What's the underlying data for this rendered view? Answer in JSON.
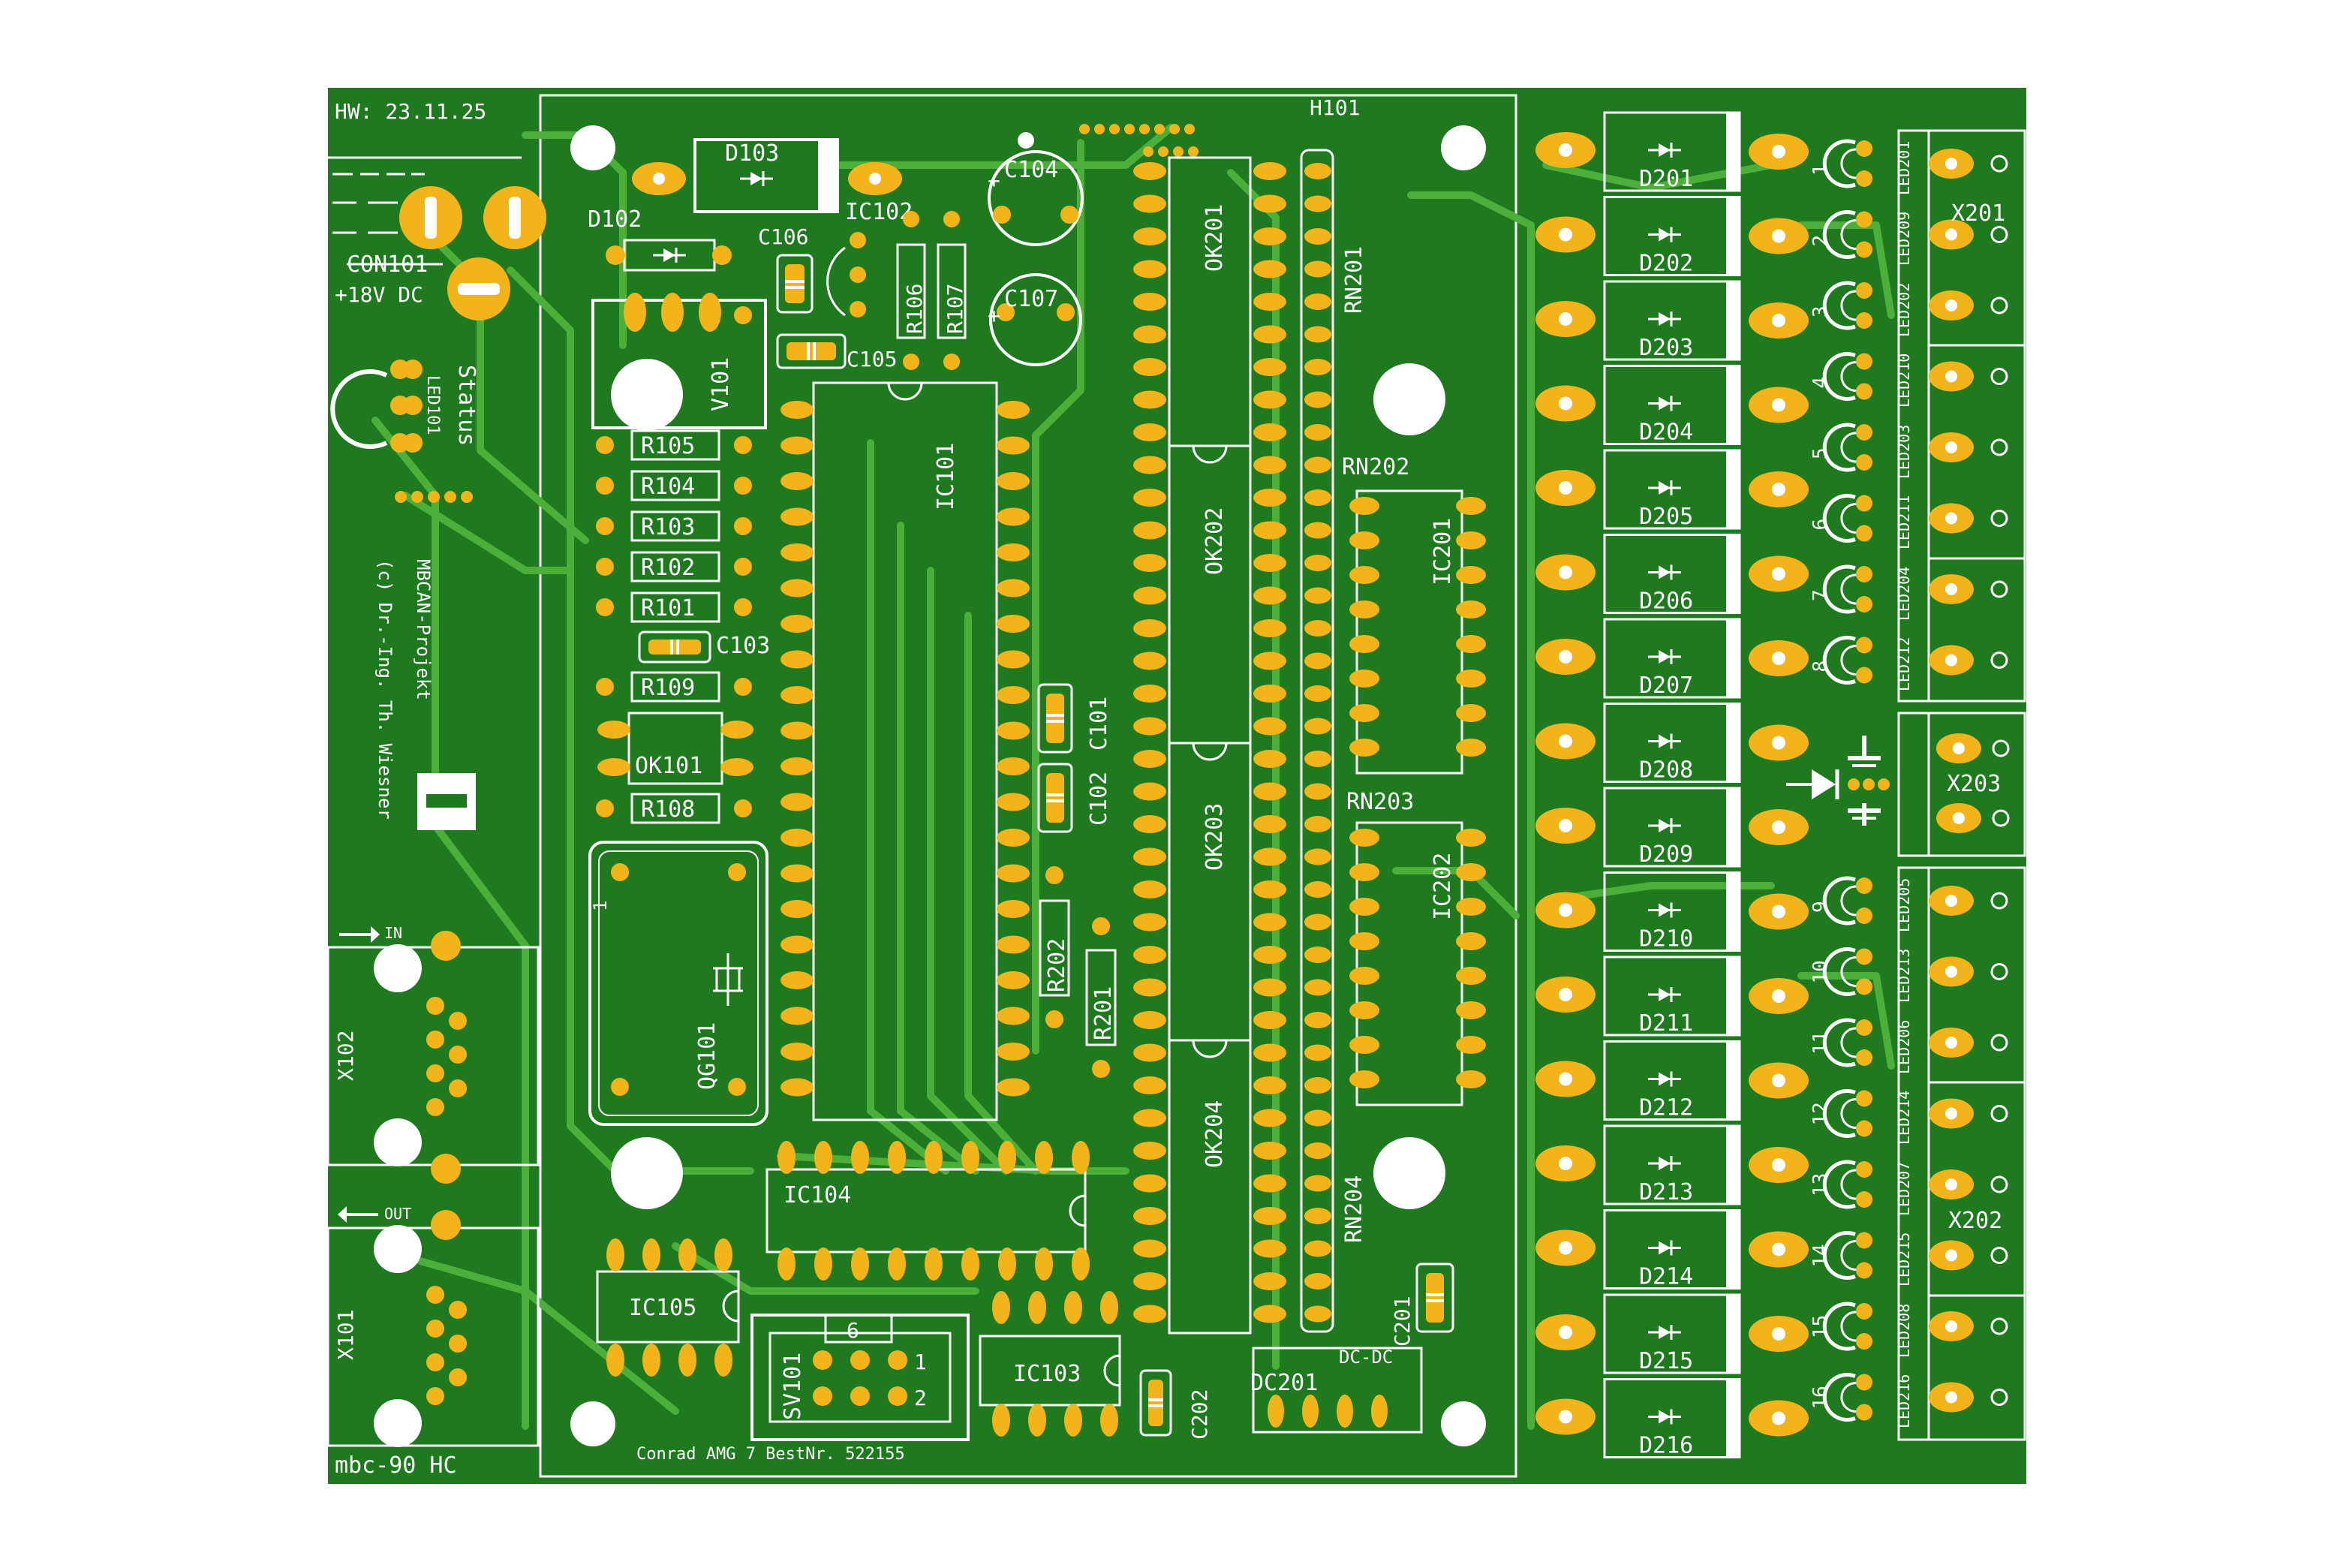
{
  "colors": {
    "board": "#1f7a1f",
    "copper": "#4caf3a",
    "silk": "#ffffff",
    "pad": "#f2b418",
    "hole": "#ffffff",
    "background": "#ffffff"
  },
  "header": {
    "hw": "HW: 23.11.25",
    "power_connector": "CON101",
    "power_rating": "+18V DC",
    "mounting_hole": "H101",
    "status": "Status",
    "status_led": "LED101"
  },
  "credits": {
    "project": "MBCAN-Projekt",
    "author": "(c) Dr.-Ing. Th. Wiesner"
  },
  "footer": {
    "board_name": "mbc-90 HC",
    "crystal_note": "Conrad AMG 7 BestNr. 522155"
  },
  "ports": {
    "in_label": "IN",
    "out_label": "OUT",
    "x102": "X102",
    "x101": "X101"
  },
  "components": {
    "d103": "D103",
    "d102": "D102",
    "c104": "C104",
    "c106": "C106",
    "ic102": "IC102",
    "r106": "R106",
    "r107": "R107",
    "c107": "C107",
    "c105": "C105",
    "v101": "V101",
    "r105": "R105",
    "r104": "R104",
    "r103": "R103",
    "r102": "R102",
    "r101": "R101",
    "c103": "C103",
    "r109": "R109",
    "ok101": "OK101",
    "r108": "R108",
    "qg101": "QG101",
    "ic101": "IC101",
    "c101": "C101",
    "c102": "C102",
    "r202": "R202",
    "r201": "R201",
    "ic104": "IC104",
    "ic105": "IC105",
    "sv101": "SV101",
    "ic103": "IC103",
    "c202": "C202",
    "dc201": "DC201",
    "dcdc": "DC-DC",
    "c201": "C201",
    "ok201": "OK201",
    "ok202": "OK202",
    "ok203": "OK203",
    "ok204": "OK204",
    "rn201": "RN201",
    "rn202": "RN202",
    "rn203": "RN203",
    "rn204": "RN204",
    "ic201": "IC201",
    "ic202": "IC202",
    "x201": "X201",
    "x202": "X202",
    "x203": "X203",
    "sv_pin6": "6",
    "sv_pin1": "1",
    "sv_pin2": "2",
    "qg_pin1": "1"
  },
  "diodes": [
    "D201",
    "D202",
    "D203",
    "D204",
    "D205",
    "D206",
    "D207",
    "D208",
    "D209",
    "D210",
    "D211",
    "D212",
    "D213",
    "D214",
    "D215",
    "D216"
  ],
  "channel_numbers": [
    "1",
    "2",
    "3",
    "4",
    "5",
    "6",
    "7",
    "8",
    "9",
    "10",
    "11",
    "12",
    "13",
    "14",
    "15",
    "16"
  ],
  "leds": [
    "LED201",
    "LED209",
    "LED202",
    "LED210",
    "LED203",
    "LED211",
    "LED204",
    "LED212",
    "LED205",
    "LED213",
    "LED206",
    "LED214",
    "LED207",
    "LED215",
    "LED208",
    "LED216"
  ]
}
